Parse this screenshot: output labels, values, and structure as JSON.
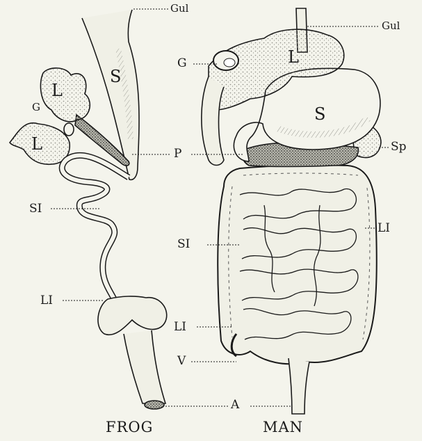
{
  "colors": {
    "ink": "#1a1a1a",
    "paper": "#f4f4ec",
    "stipple": "#9a9a92"
  },
  "captions": {
    "frog": "FROG",
    "man": "MAN"
  },
  "frog_labels": {
    "gullet": "Gul",
    "stomach": "S",
    "liver_upper": "L",
    "gall_bladder": "G",
    "liver_lower": "L",
    "pancreas": "P",
    "small_intestine": "SI",
    "large_intestine": "LI"
  },
  "man_labels": {
    "gullet": "Gul",
    "gall_bladder": "G",
    "liver": "L",
    "stomach": "S",
    "spleen": "Sp",
    "large_intestine_right": "LI",
    "small_intestine": "SI",
    "large_intestine_left": "LI",
    "vermiform_appendix": "V"
  },
  "shared_labels": {
    "anus": "A"
  }
}
